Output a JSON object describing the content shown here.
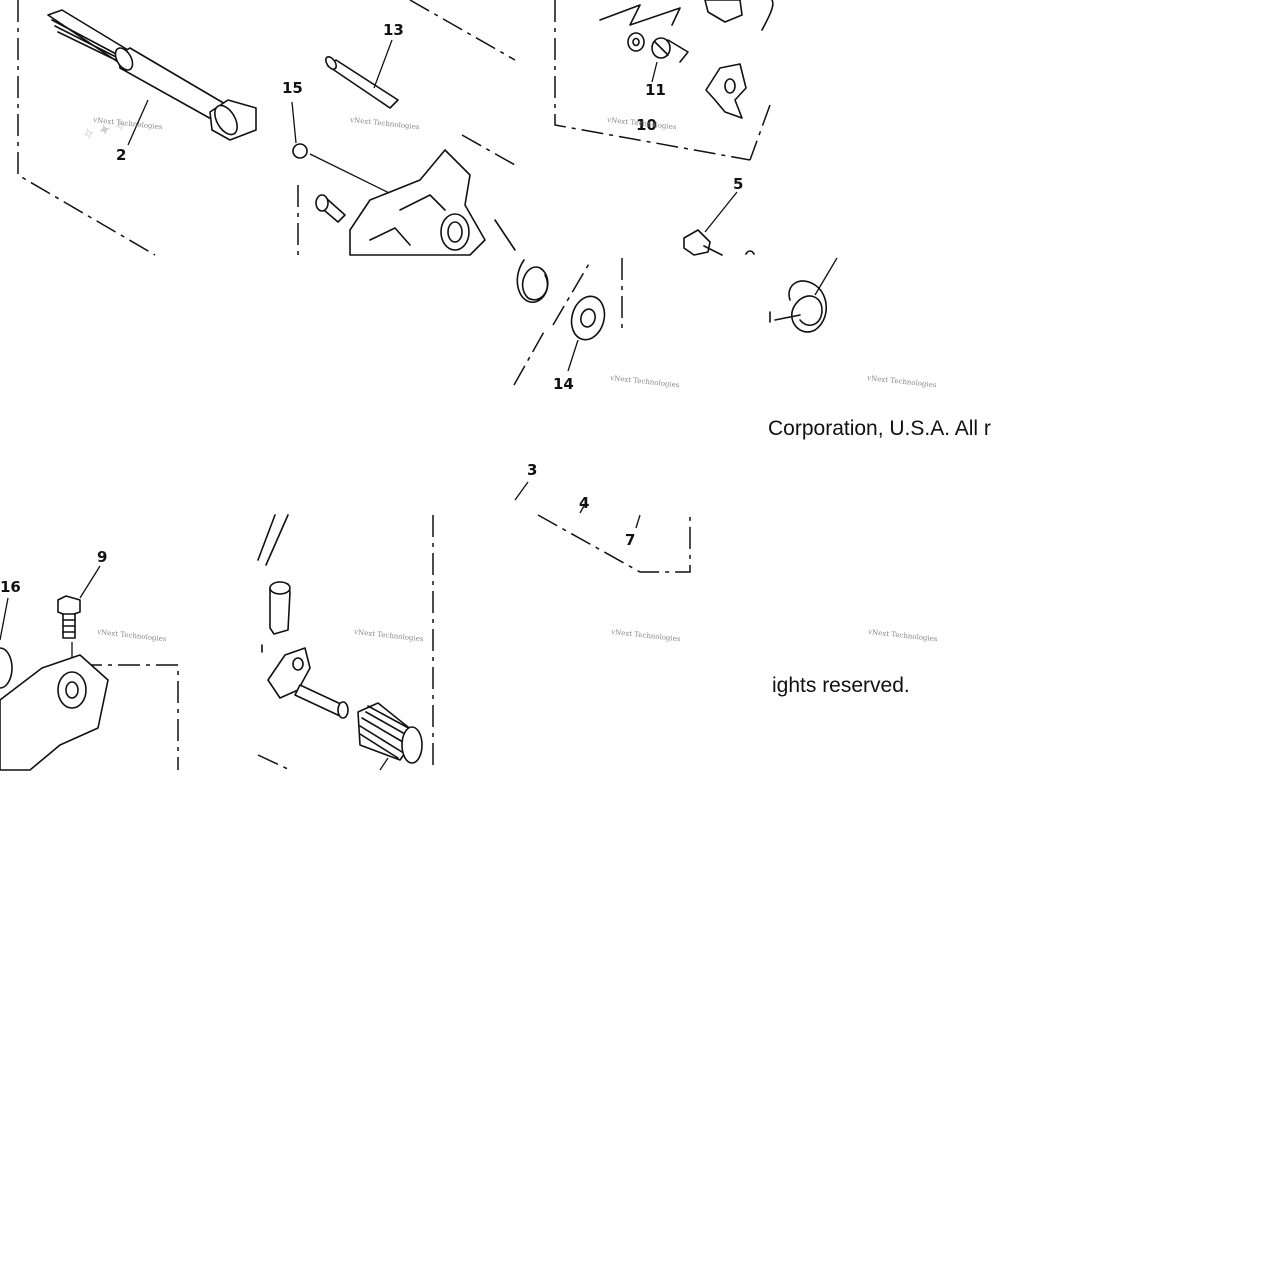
{
  "callouts": {
    "c2": "2",
    "c3": "3",
    "c4": "4",
    "c5": "5",
    "c7": "7",
    "c9": "9",
    "c10": "10",
    "c11": "11",
    "c13": "13",
    "c14": "14",
    "c15": "15",
    "c16": "16"
  },
  "watermark": {
    "label": "vNext Technologies"
  },
  "copyright": {
    "part1": "Corporation, U.S.A. All r",
    "part2": "ights reserved."
  },
  "colors": {
    "ink": "#111111",
    "background": "#ffffff",
    "watermark": "#888888"
  }
}
